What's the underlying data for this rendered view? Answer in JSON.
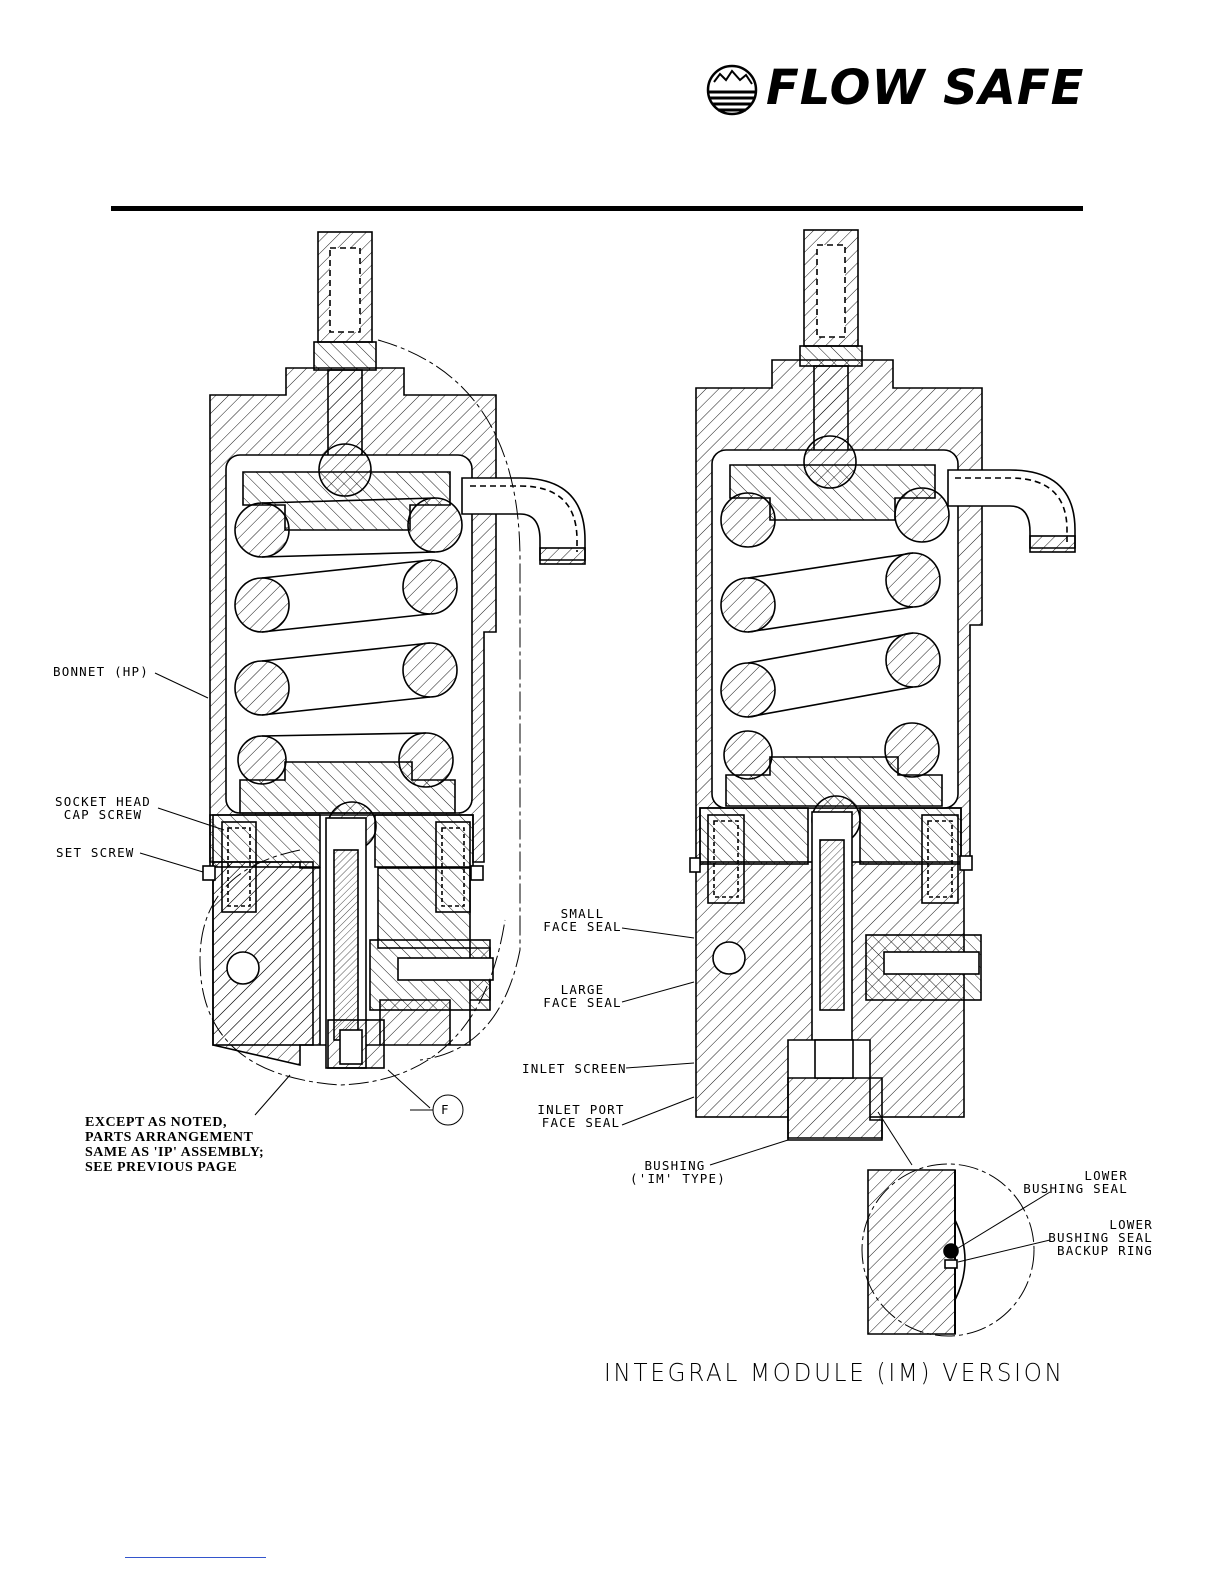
{
  "header": {
    "brand": "FLOW SAFE",
    "logo_icon": "flow-safe-globe-icon"
  },
  "labels": {
    "bonnet": "BONNET (HP)",
    "socket_head_1": "SOCKET HEAD",
    "socket_head_2": "CAP SCREW",
    "set_screw": "SET SCREW",
    "small_face_1": "SMALL",
    "small_face_2": "FACE SEAL",
    "large_face_1": "LARGE",
    "large_face_2": "FACE SEAL",
    "inlet_screen": "INLET SCREEN",
    "inlet_port_1": "INLET PORT",
    "inlet_port_2": "FACE SEAL",
    "bushing_1": "BUSHING",
    "bushing_2": "('IM' TYPE)",
    "lower_bushing_1": "LOWER",
    "lower_bushing_2": "BUSHING SEAL",
    "backup_1": "LOWER",
    "backup_2": "BUSHING SEAL",
    "backup_3": "BACKUP RING",
    "detail_f": "F"
  },
  "note": {
    "line1": "EXCEPT AS NOTED,",
    "line2": "PARTS ARRANGEMENT",
    "line3": "SAME AS 'IP' ASSEMBLY;",
    "line4": "SEE PREVIOUS PAGE"
  },
  "caption": "INTEGRAL MODULE (IM) VERSION"
}
